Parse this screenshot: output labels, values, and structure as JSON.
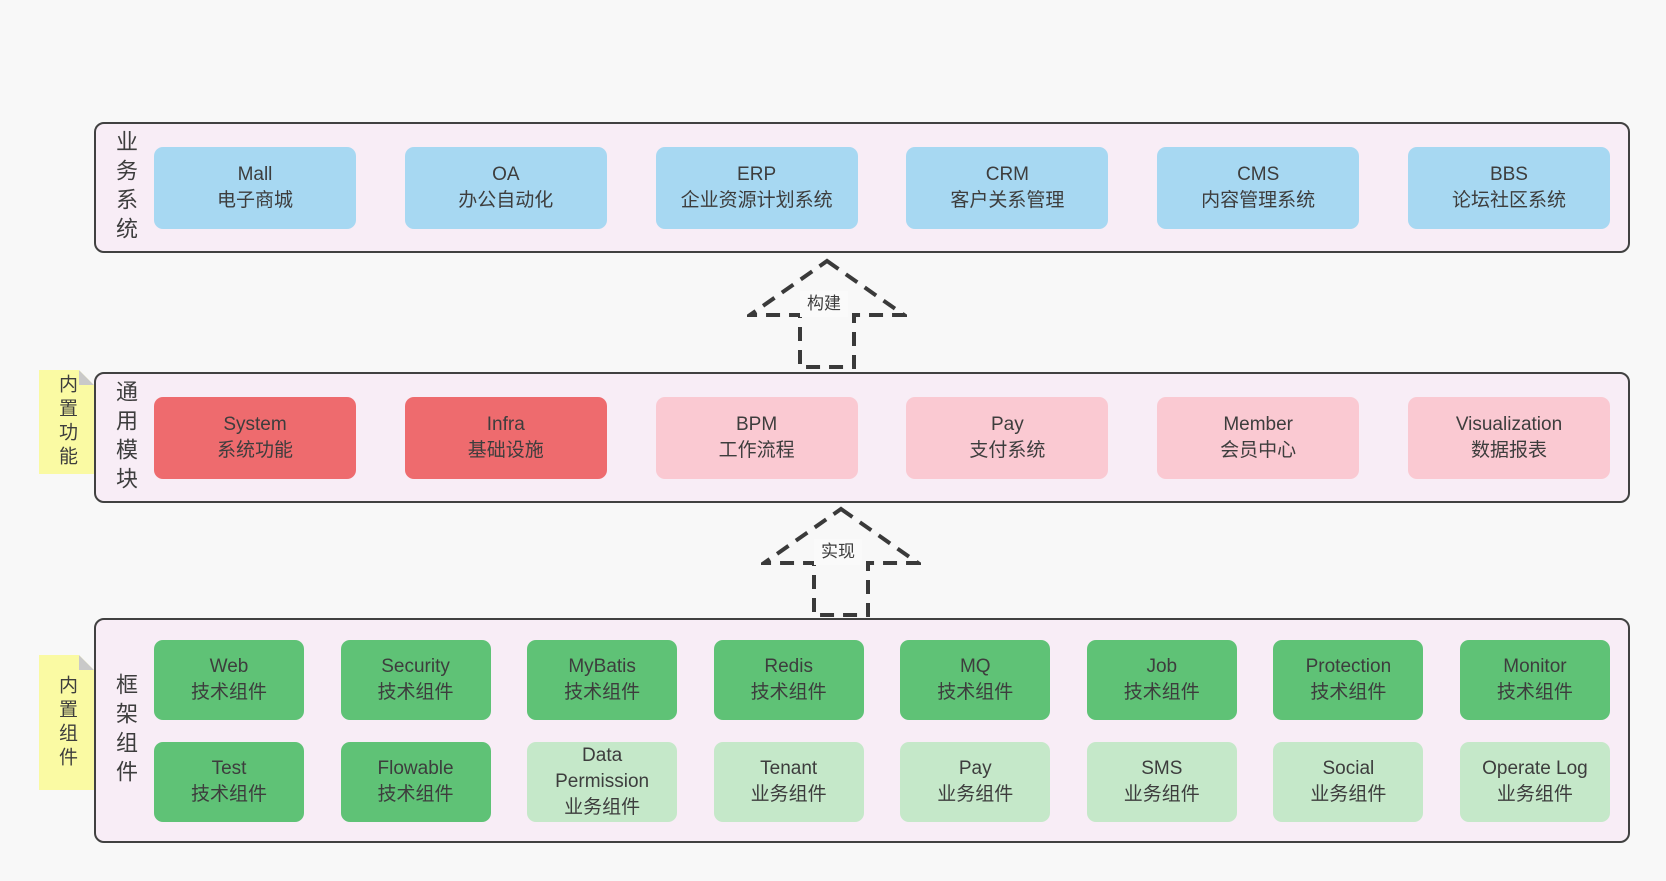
{
  "colors": {
    "page-bg": "#f8f8f8",
    "container-bg": "#f8edf6",
    "container-border": "#414141",
    "blue": "#a7d8f2",
    "red": "#ee6b6e",
    "pink": "#fac9d2",
    "green-dark": "#5fc276",
    "green-light": "#c5e8c9",
    "sticky-yellow": "#fafaa3",
    "fold-gray": "#c9c9c9",
    "text": "#3d3d3d",
    "arrow": "#3a3a3a"
  },
  "layers": {
    "business": {
      "label": "业务系统",
      "boxes": [
        "Mall\n电子商城",
        "OA\n办公自动化",
        "ERP\n企业资源计划系统",
        "CRM\n客户关系管理",
        "CMS\n内容管理系统",
        "BBS\n论坛社区系统"
      ]
    },
    "modules": {
      "label": "通用模块",
      "boxes": [
        "System\n系统功能",
        "Infra\n基础设施",
        "BPM\n工作流程",
        "Pay\n支付系统",
        "Member\n会员中心",
        "Visualization\n数据报表"
      ]
    },
    "components": {
      "label": "框架组件",
      "row1": [
        "Web\n技术组件",
        "Security\n技术组件",
        "MyBatis\n技术组件",
        "Redis\n技术组件",
        "MQ\n技术组件",
        "Job\n技术组件",
        "Protection\n技术组件",
        "Monitor\n技术组件"
      ],
      "row2": [
        "Test\n技术组件",
        "Flowable\n技术组件",
        "Data\nPermission\n业务组件",
        "Tenant\n业务组件",
        "Pay\n业务组件",
        "SMS\n业务组件",
        "Social\n业务组件",
        "Operate Log\n业务组件"
      ]
    }
  },
  "notes": {
    "features": "内置功能",
    "components": "内置组件"
  },
  "arrows": {
    "build": "构建",
    "implement": "实现"
  }
}
